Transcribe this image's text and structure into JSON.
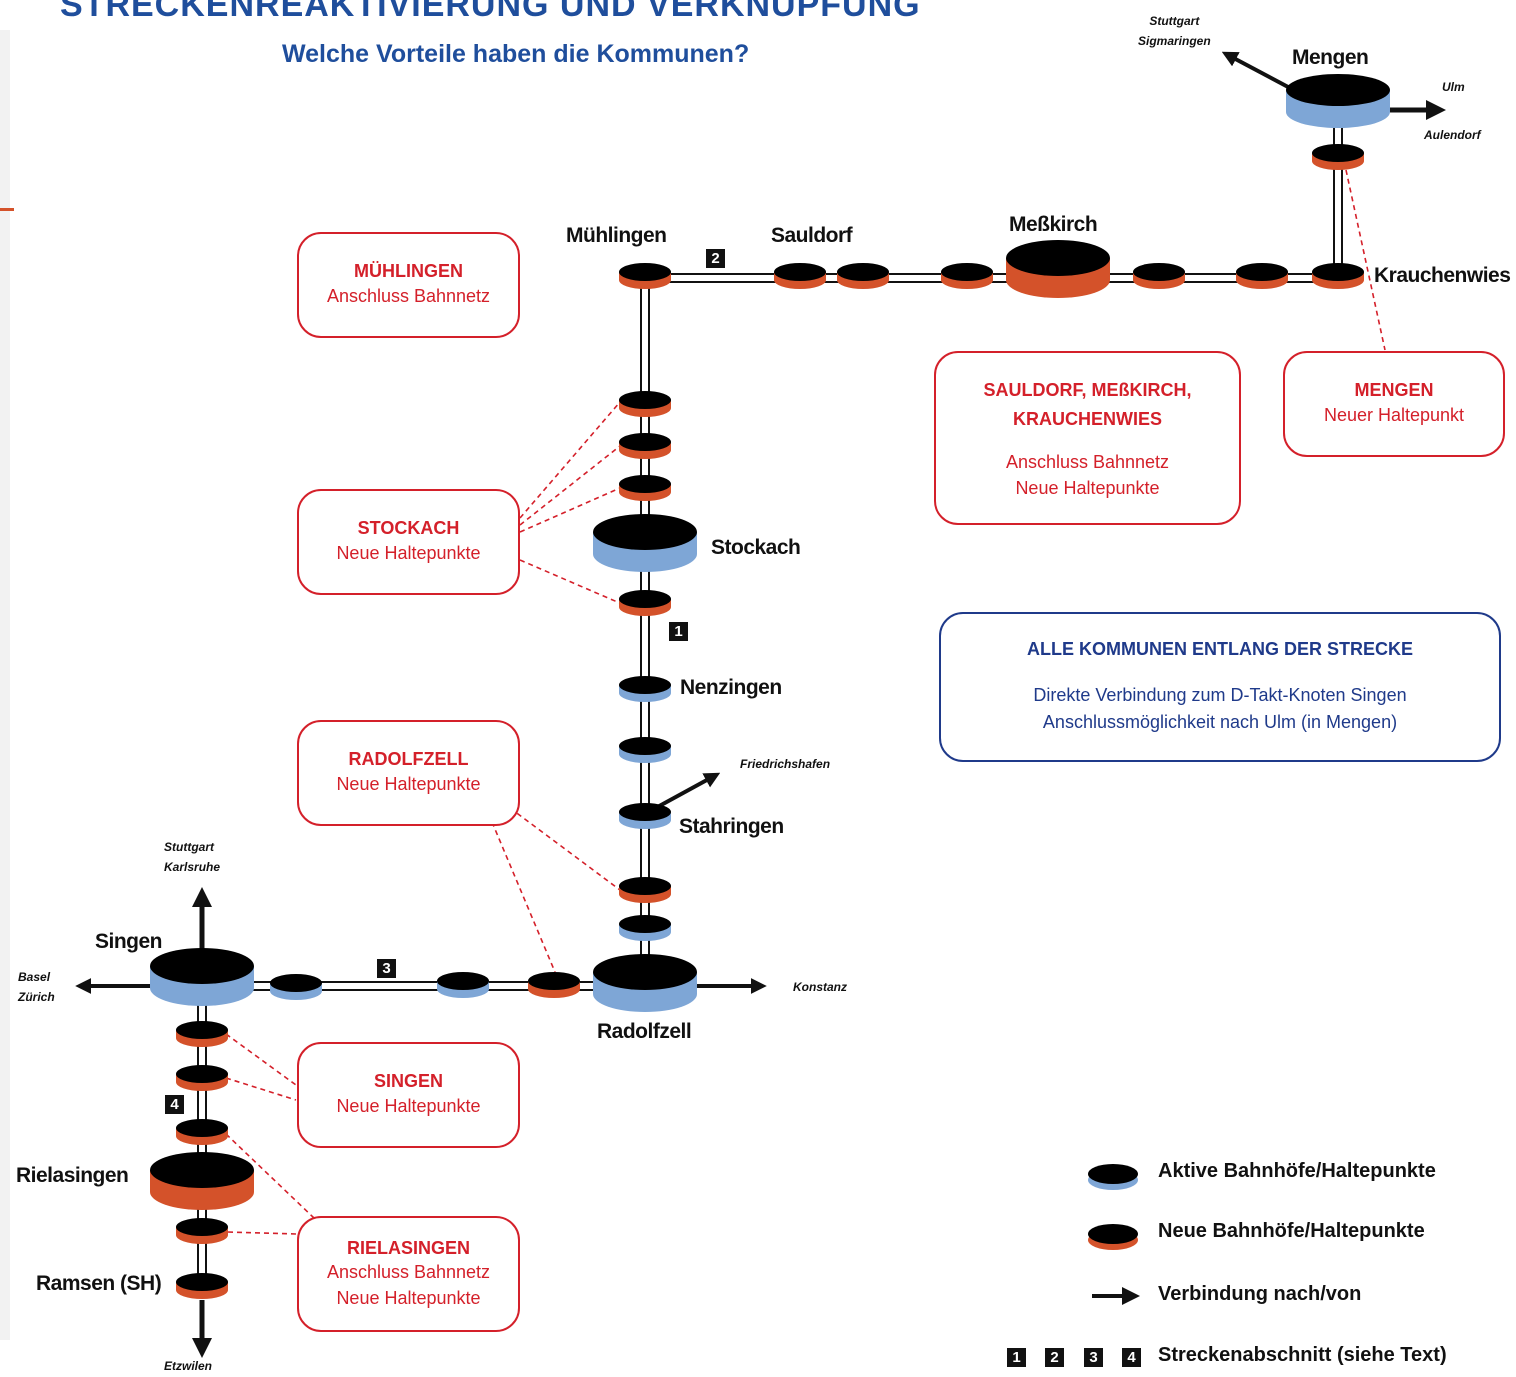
{
  "header": {
    "title": "STRECKENREAKTIVIERUNG UND VERKNÜPFUNG",
    "subtitle": "Welche Vorteile haben die Kommunen?"
  },
  "stations": {
    "muehlingen": "Mühlingen",
    "sauldorf": "Sauldorf",
    "messkirch": "Meßkirch",
    "mengen": "Mengen",
    "krauchenwies": "Krauchenwies",
    "stockach": "Stockach",
    "nenzingen": "Nenzingen",
    "stahringen": "Stahringen",
    "singen": "Singen",
    "radolfzell": "Radolfzell",
    "rielasingen": "Rielasingen",
    "ramsen": "Ramsen (SH)"
  },
  "external": {
    "stuttgart_sigmaringen": [
      "Stuttgart",
      "Sigmaringen"
    ],
    "ulm": "Ulm",
    "aulendorf": "Aulendorf",
    "friedrichshafen": "Friedrichshafen",
    "stuttgart_karlsruhe": [
      "Stuttgart",
      "Karlsruhe"
    ],
    "basel_zuerich": [
      "Basel",
      "Zürich"
    ],
    "konstanz": "Konstanz",
    "etzwilen": "Etzwilen"
  },
  "sections": [
    "1",
    "2",
    "3",
    "4"
  ],
  "boxes": {
    "muehlingen": {
      "heading": "MÜHLINGEN",
      "lines": [
        "Anschluss Bahnnetz"
      ]
    },
    "stockach": {
      "heading": "STOCKACH",
      "lines": [
        "Neue Haltepunkte"
      ]
    },
    "radolfzell": {
      "heading": "RADOLFZELL",
      "lines": [
        "Neue Haltepunkte"
      ]
    },
    "singen": {
      "heading": "SINGEN",
      "lines": [
        "Neue Haltepunkte"
      ]
    },
    "rielasingen": {
      "heading": "RIELASINGEN",
      "lines": [
        "Anschluss Bahnnetz",
        "Neue Haltepunkte"
      ]
    },
    "sauldorf": {
      "heading_lines": [
        "SAULDORF, MEßKIRCH,",
        "KRAUCHENWIES"
      ],
      "lines": [
        "Anschluss Bahnnetz",
        "Neue Haltepunkte"
      ]
    },
    "mengen": {
      "heading": "MENGEN",
      "lines": [
        "Neuer Haltepunkt"
      ]
    },
    "alle": {
      "heading": "ALLE KOMMUNEN ENTLANG DER STRECKE",
      "lines": [
        "Direkte Verbindung zum D-Takt-Knoten Singen",
        "Anschlussmöglichkeit nach Ulm (in Mengen)"
      ]
    }
  },
  "legend": {
    "active": "Aktive Bahnhöfe/Haltepunkte",
    "new": "Neue Bahnhöfe/Haltepunkte",
    "connection": "Verbindung nach/von",
    "sections": "Streckenabschnitt (siehe Text)"
  },
  "colors": {
    "active": "#7ea6d6",
    "new": "#d4522a",
    "box_red": "#d4202a",
    "box_blue": "#1f3a8a",
    "title": "#1f4e9c"
  }
}
